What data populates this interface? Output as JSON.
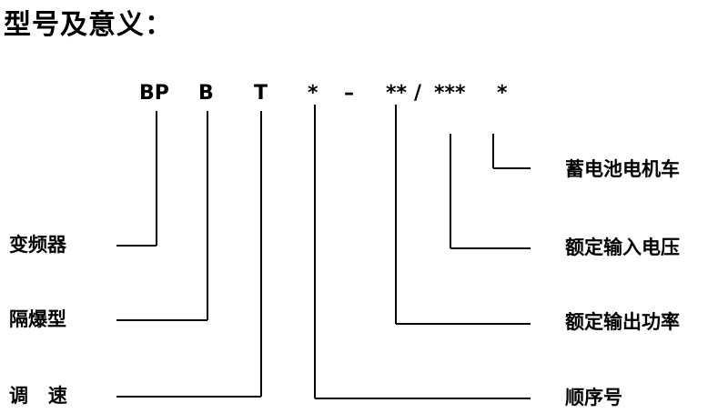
{
  "title": "型号及意义：",
  "model_code": {
    "bp": "BP",
    "b": "B",
    "t": "T",
    "seq": "*",
    "dash": "–",
    "power": "**",
    "slash": "/",
    "voltage": "***",
    "car": "*"
  },
  "labels": {
    "inverter": "变频器",
    "explosion_proof": "隔爆型",
    "speed_regulation": "调   速",
    "battery_locomotive": "蓄电池电机车",
    "rated_input_voltage": "额定输入电压",
    "rated_output_power": "额定输出功率",
    "serial_number": "顺序号"
  }
}
